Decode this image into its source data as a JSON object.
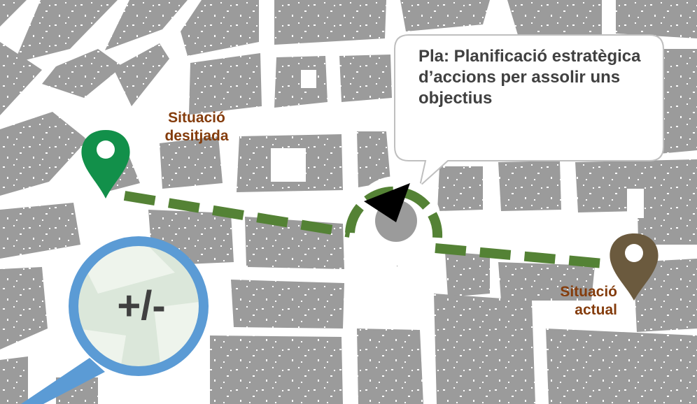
{
  "callout": {
    "text": "Pla: Planificació estratègica d’accions per assolir uns objectius"
  },
  "labels": {
    "desired": "Situació desitjada",
    "current": "Situació actual"
  },
  "magnifier": {
    "text": "+/-"
  },
  "colors": {
    "map_block": "#9b9b9b",
    "desired_pin": "#12904a",
    "current_pin": "#6b5a3e",
    "route": "#548235",
    "label_text": "#843c0c",
    "magnifier_ring": "#5b9bd5",
    "magnifier_lens": "#dbe7da",
    "callout_border": "#bfbfbf",
    "callout_text": "#404040"
  },
  "icons": {
    "desired_pin": "map-pin-icon",
    "current_pin": "map-pin-icon",
    "route_arrow": "arrowhead-icon",
    "magnifier": "magnifying-glass-icon"
  }
}
